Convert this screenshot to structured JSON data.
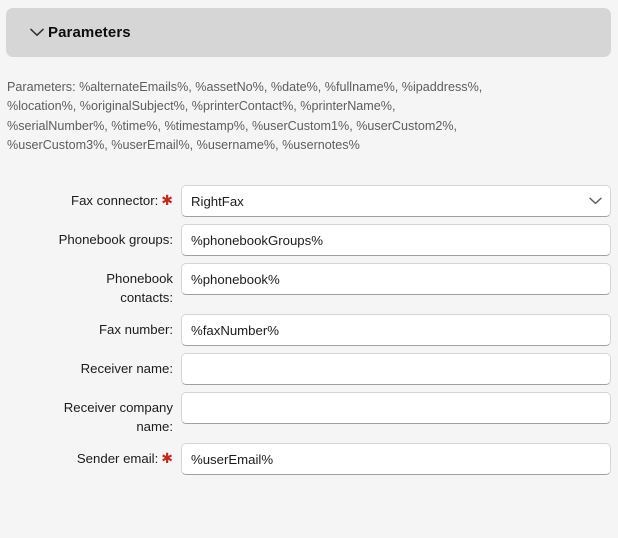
{
  "section": {
    "title": "Parameters",
    "expanded": true,
    "chevron_icon": "chevron-down-icon",
    "header_bg": "#d6d6d6"
  },
  "description": "Parameters: %alternateEmails%, %assetNo%, %date%, %fullname%, %ipaddress%,\n%location%, %originalSubject%, %printerContact%, %printerName%,\n%serialNumber%, %time%, %timestamp%, %userCustom1%, %userCustom2%,\n%userCustom3%, %userEmail%, %username%, %usernotes%",
  "parameter_tokens": [
    "%alternateEmails%",
    "%assetNo%",
    "%date%",
    "%fullname%",
    "%ipaddress%",
    "%location%",
    "%originalSubject%",
    "%printerContact%",
    "%printerName%",
    "%serialNumber%",
    "%time%",
    "%timestamp%",
    "%userCustom1%",
    "%userCustom2%",
    "%userCustom3%",
    "%userEmail%",
    "%username%",
    "%usernotes%"
  ],
  "required_marker": "✱",
  "required_color": "#c42b1c",
  "fields": {
    "fax_connector": {
      "label": "Fax connector:",
      "required": true,
      "type": "select",
      "value": "RightFax",
      "options": [
        "RightFax"
      ]
    },
    "phonebook_groups": {
      "label": "Phonebook groups:",
      "required": false,
      "type": "text",
      "value": "%phonebookGroups%",
      "placeholder": ""
    },
    "phonebook_contacts": {
      "label": "Phonebook\ncontacts:",
      "required": false,
      "type": "text",
      "value": "%phonebook%",
      "placeholder": ""
    },
    "fax_number": {
      "label": "Fax number:",
      "required": false,
      "type": "text",
      "value": "%faxNumber%",
      "placeholder": ""
    },
    "receiver_name": {
      "label": "Receiver name:",
      "required": false,
      "type": "text",
      "value": "",
      "placeholder": ""
    },
    "receiver_company_name": {
      "label": "Receiver company\nname:",
      "required": false,
      "type": "text",
      "value": "",
      "placeholder": ""
    },
    "sender_email": {
      "label": "Sender email:",
      "required": true,
      "type": "text",
      "value": "%userEmail%",
      "placeholder": ""
    }
  }
}
